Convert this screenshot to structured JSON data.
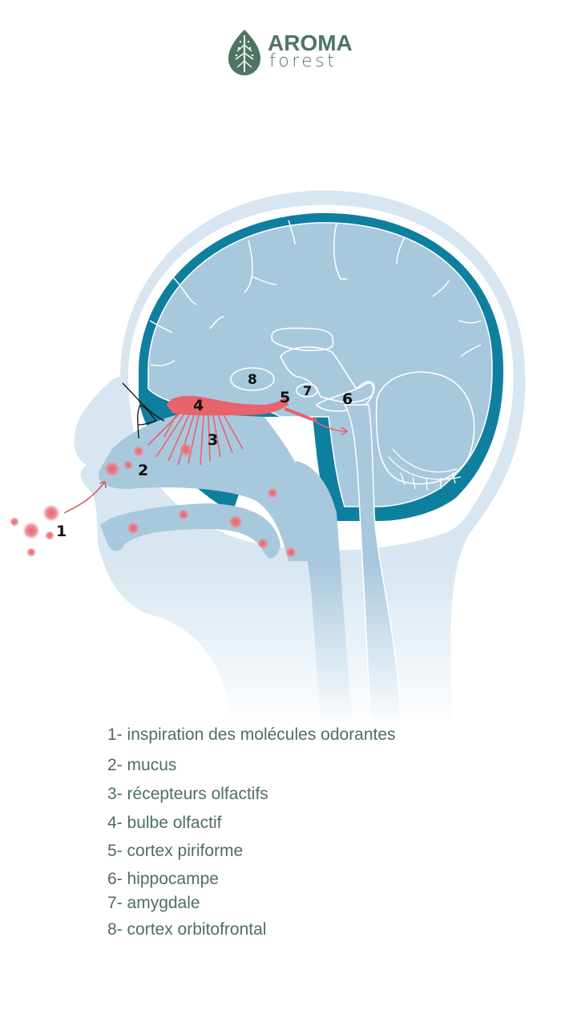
{
  "brand": {
    "name_top": "AROMA",
    "name_bottom": "forest",
    "logo_icon": "leaf-tree-icon",
    "color": "#4d7563"
  },
  "diagram": {
    "title": "olfactory-pathway-head-cross-section",
    "markers": [
      "1",
      "2",
      "3",
      "4",
      "5",
      "6",
      "7",
      "8"
    ],
    "colors": {
      "skin_light": "#d7e6f0",
      "tissue": "#a8c8de",
      "dura": "#0f7fa0",
      "nerve": "#e8636c",
      "outline": "#ffffff"
    }
  },
  "legend": {
    "items": [
      {
        "num": "1-",
        "label": "inspiration des molécules odorantes"
      },
      {
        "num": "2-",
        "label": "mucus"
      },
      {
        "num": "3-",
        "label": "récepteurs olfactifs"
      },
      {
        "num": "4-",
        "label": "bulbe olfactif"
      },
      {
        "num": "5-",
        "label": "cortex piriforme"
      },
      {
        "num": "6-",
        "label": "hippocampe"
      },
      {
        "num": "7-",
        "label": "amygdale"
      },
      {
        "num": "8-",
        "label": "cortex orbitofrontal"
      }
    ]
  }
}
